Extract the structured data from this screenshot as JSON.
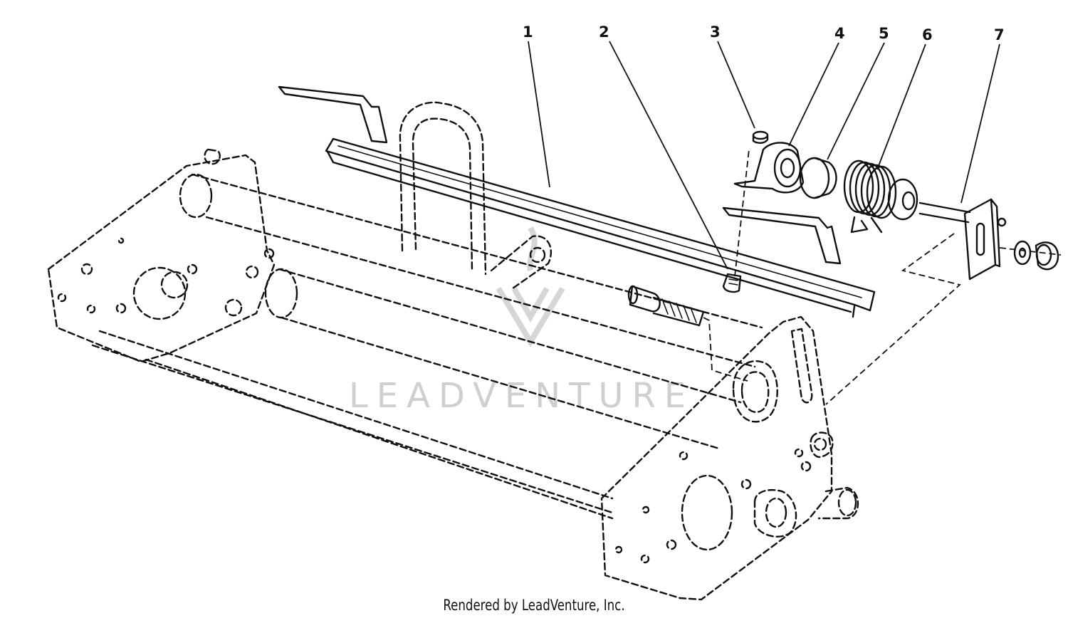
{
  "diagram": {
    "callouts": [
      "1",
      "2",
      "3",
      "4",
      "5",
      "6",
      "7"
    ],
    "watermark": "LEADVENTURE",
    "caption": "Rendered by LeadVenture, Inc."
  }
}
